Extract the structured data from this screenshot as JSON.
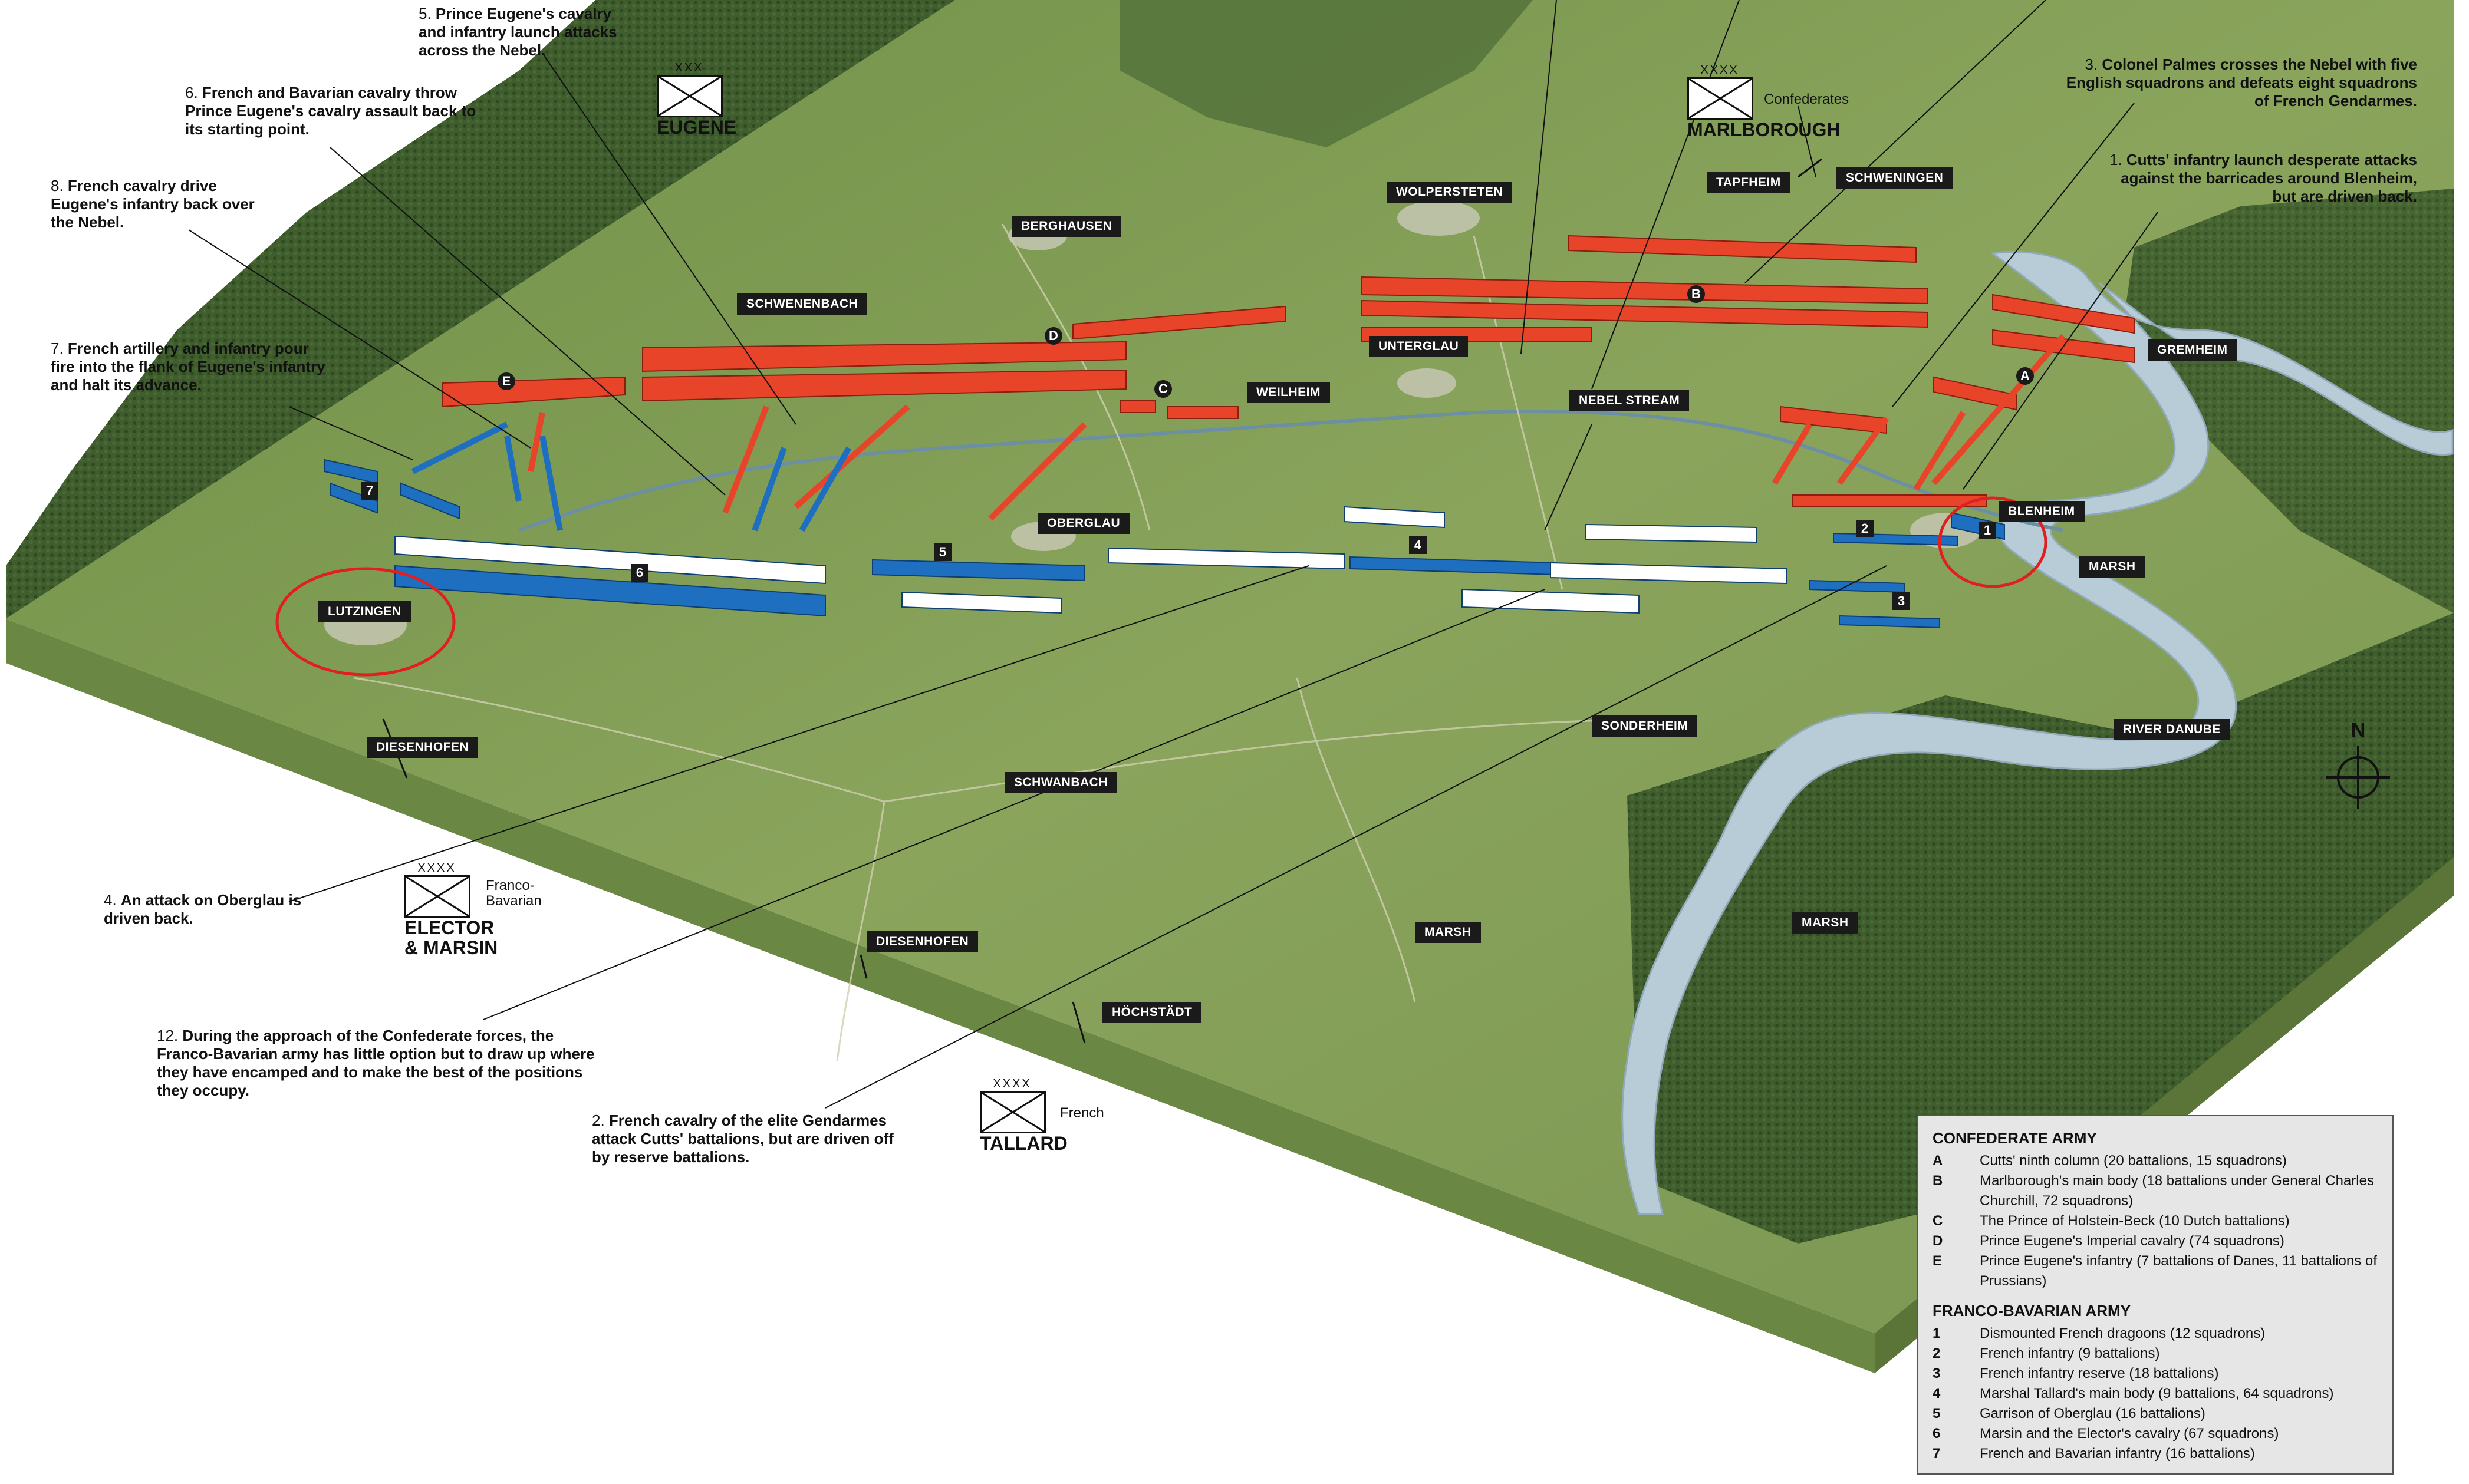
{
  "places": [
    {
      "id": "berghausen",
      "label": "BERGHAUSEN"
    },
    {
      "id": "wolpersteten",
      "label": "WOLPERSTETEN"
    },
    {
      "id": "tapfheim",
      "label": "TAPFHEIM"
    },
    {
      "id": "schweningen",
      "label": "SCHWENINGEN"
    },
    {
      "id": "schwenenbach",
      "label": "SCHWENENBACH"
    },
    {
      "id": "unterglau",
      "label": "UNTERGLAU"
    },
    {
      "id": "weilheim",
      "label": "WEILHEIM"
    },
    {
      "id": "gremheim",
      "label": "GREMHEIM"
    },
    {
      "id": "nebel-stream",
      "label": "NEBEL STREAM"
    },
    {
      "id": "blenheim",
      "label": "BLENHEIM"
    },
    {
      "id": "oberglau",
      "label": "OBERGLAU"
    },
    {
      "id": "marsh-1",
      "label": "MARSH"
    },
    {
      "id": "lutzingen",
      "label": "LUTZINGEN"
    },
    {
      "id": "diesenhofen-1",
      "label": "DIESENHOFEN"
    },
    {
      "id": "sonderheim",
      "label": "SONDERHEIM"
    },
    {
      "id": "river-danube",
      "label": "RIVER DANUBE"
    },
    {
      "id": "schwanbach",
      "label": "SCHWANBACH"
    },
    {
      "id": "diesenhofen-2",
      "label": "DIESENHOFEN"
    },
    {
      "id": "marsh-2",
      "label": "MARSH"
    },
    {
      "id": "marsh-3",
      "label": "MARSH"
    },
    {
      "id": "hochstadt",
      "label": "HÖCHSTÄDT"
    }
  ],
  "annotations": [
    {
      "id": "a5",
      "num": "5.",
      "text": "Prince Eugene's cavalry and infantry launch attacks across the Nebel."
    },
    {
      "id": "a6",
      "num": "6.",
      "text": "French and Bavarian cavalry throw Prince Eugene's cavalry assault back to its starting point."
    },
    {
      "id": "a8",
      "num": "8.",
      "text": "French cavalry drive Eugene's infantry back over the Nebel."
    },
    {
      "id": "a7",
      "num": "7.",
      "text": "French artillery and infantry pour fire into the flank of Eugene's infantry and halt its advance."
    },
    {
      "id": "a3",
      "num": "3.",
      "text": "Colonel Palmes crosses the Nebel with five English squadrons and defeats eight squadrons of French Gendarmes."
    },
    {
      "id": "a1",
      "num": "1.",
      "text": "Cutts' infantry launch desperate attacks against the barricades around Blenheim, but are driven back."
    },
    {
      "id": "a4",
      "num": "4.",
      "text": "An attack on Oberglau is driven back."
    },
    {
      "id": "a12",
      "num": "12.",
      "text": "During the approach of the Confederate forces, the Franco-Bavarian army has little option but to draw up where they have encamped and to make the best of the positions they occupy."
    },
    {
      "id": "a2",
      "num": "2.",
      "text": "French cavalry of the elite Gendarmes attack Cutts' battalions, but are driven off by reserve battalions."
    }
  ],
  "commanders": {
    "eugene": {
      "echelon": "XXX",
      "name": "EUGENE",
      "side": ""
    },
    "marlborough": {
      "echelon": "XXXX",
      "name": "MARLBOROUGH",
      "side": "Confederates"
    },
    "elector": {
      "echelon": "XXXX",
      "name": "ELECTOR & MARSIN",
      "side": "Franco-Bavarian"
    },
    "tallard": {
      "echelon": "XXXX",
      "name": "TALLARD",
      "side": "French"
    }
  },
  "unit_markers": {
    "numbers": [
      "1",
      "2",
      "3",
      "4",
      "5",
      "6",
      "7"
    ],
    "letters": [
      "A",
      "B",
      "C",
      "D",
      "E"
    ]
  },
  "compass": {
    "label": "N"
  },
  "legend": {
    "confederate_title": "CONFEDERATE ARMY",
    "confederate": [
      {
        "key": "A",
        "text": "Cutts' ninth column (20 battalions, 15 squadrons)"
      },
      {
        "key": "B",
        "text": "Marlborough's main body (18 battalions under General Charles Churchill, 72 squadrons)"
      },
      {
        "key": "C",
        "text": "The Prince of Holstein-Beck (10 Dutch battalions)"
      },
      {
        "key": "D",
        "text": "Prince Eugene's Imperial cavalry (74 squadrons)"
      },
      {
        "key": "E",
        "text": "Prince Eugene's infantry (7 battalions of Danes, 11 battalions of Prussians)"
      }
    ],
    "franco_title": "FRANCO-BAVARIAN ARMY",
    "franco": [
      {
        "key": "1",
        "text": "Dismounted French dragoons (12 squadrons)"
      },
      {
        "key": "2",
        "text": "French infantry (9 battalions)"
      },
      {
        "key": "3",
        "text": "French infantry reserve (18 battalions)"
      },
      {
        "key": "4",
        "text": "Marshal Tallard's main body (9 battalions, 64 squadrons)"
      },
      {
        "key": "5",
        "text": "Garrison of Oberglau (16 battalions)"
      },
      {
        "key": "6",
        "text": "Marsin and the Elector's cavalry (67 squadrons)"
      },
      {
        "key": "7",
        "text": "French and Bavarian infantry (16 battalions)"
      }
    ]
  },
  "colors": {
    "confederate": "#e8442a",
    "franco": "#1f6fc0",
    "terrain": "#7e9a4f",
    "forest": "#3c5a2c",
    "river": "#b8ccd8",
    "base": "#5e7a3c"
  }
}
